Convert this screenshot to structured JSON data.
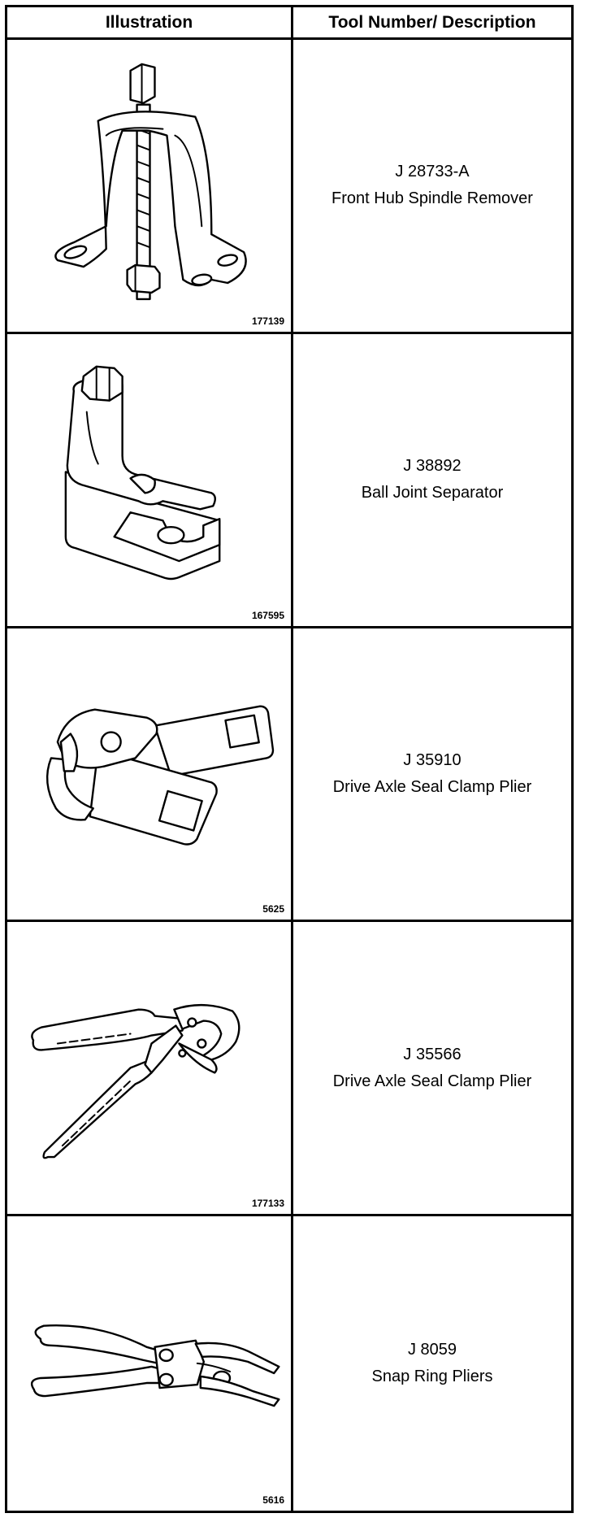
{
  "header": {
    "illustration": "Illustration",
    "description": "Tool Number/ Description"
  },
  "tools": [
    {
      "figure_number": "177139",
      "tool_number": "J 28733-A",
      "description": "Front Hub Spindle Remover",
      "icon": "spindle-remover-icon"
    },
    {
      "figure_number": "167595",
      "tool_number": "J 38892",
      "description": "Ball Joint Separator",
      "icon": "ball-joint-separator-icon"
    },
    {
      "figure_number": "5625",
      "tool_number": "J 35910",
      "description": "Drive Axle Seal Clamp Plier",
      "icon": "seal-clamp-plier-icon"
    },
    {
      "figure_number": "177133",
      "tool_number": "J 35566",
      "description": "Drive Axle Seal Clamp Plier",
      "icon": "crimp-plier-icon"
    },
    {
      "figure_number": "5616",
      "tool_number": "J 8059",
      "description": "Snap Ring Pliers",
      "icon": "snap-ring-pliers-icon"
    }
  ]
}
